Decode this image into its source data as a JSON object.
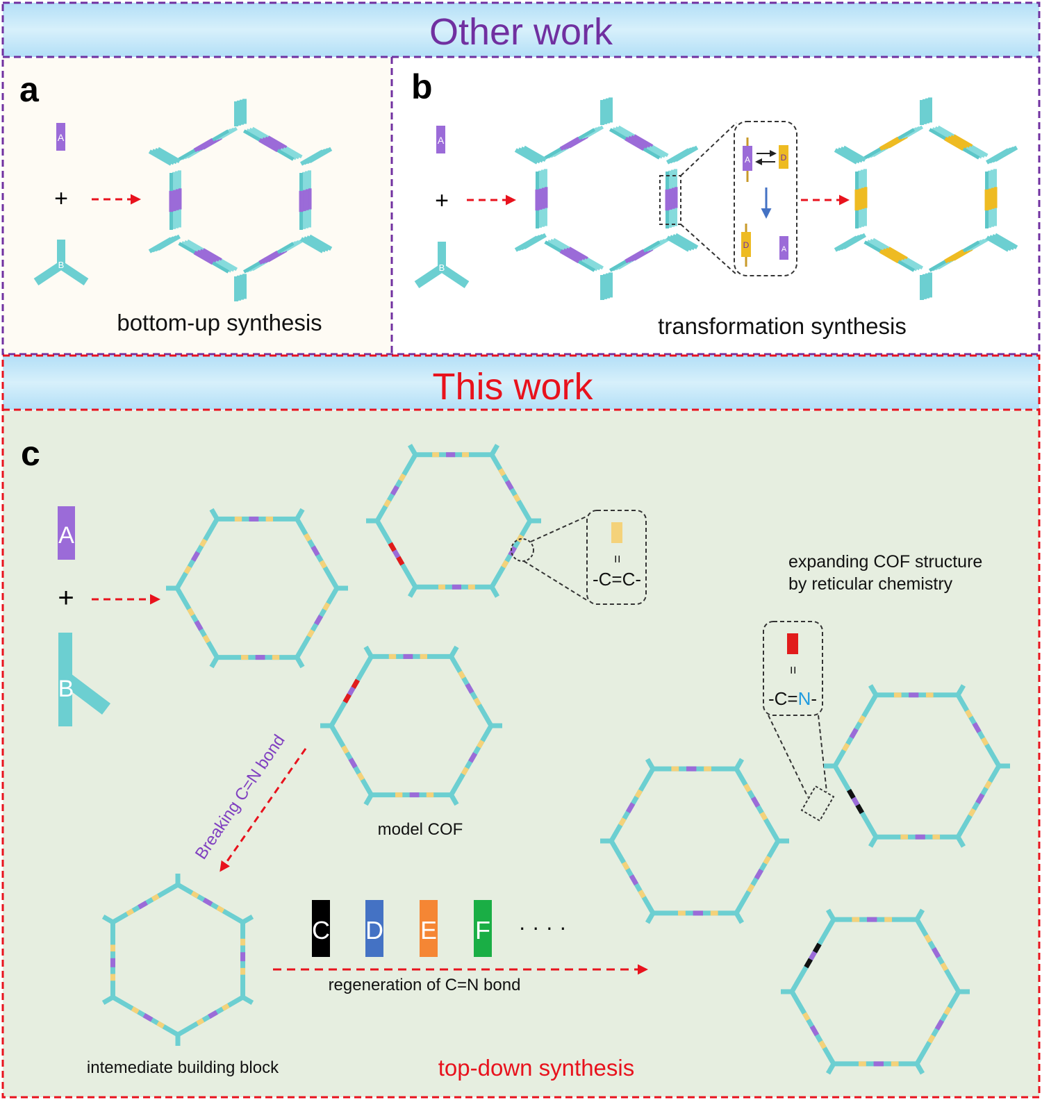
{
  "top_banner": {
    "title": "Other work"
  },
  "panel_a": {
    "letter": "a",
    "caption": "bottom-up synthesis",
    "plus": "+",
    "block_a": "A",
    "block_b": "B"
  },
  "panel_b": {
    "letter": "b",
    "caption": "transformation synthesis",
    "plus": "+",
    "block_a": "A",
    "block_b": "B",
    "block_d": "D"
  },
  "bottom_banner": {
    "title": "This work"
  },
  "panel_c": {
    "letter": "c",
    "plus": "+",
    "block_a": "A",
    "block_b": "B",
    "cc_eq": "=",
    "cc_label": "-C=C-",
    "cn_eq": "=",
    "cn_prefix": "-C=",
    "cn_n": "N",
    "cn_suffix": "-",
    "breaking_label": "Breaking C=N bond",
    "model_label": "model COF",
    "intermediate_label": "intemediate building block",
    "regeneration_label": "regeneration of C=N bond",
    "topdown_label": "top-down synthesis",
    "expanding_line1": "expanding COF structure",
    "expanding_line2": "by reticular chemistry",
    "ellipsis": "· · · ·",
    "new_blocks": [
      {
        "letter": "C",
        "color": "#000000"
      },
      {
        "letter": "D",
        "color": "#4472c4"
      },
      {
        "letter": "E",
        "color": "#f58634"
      },
      {
        "letter": "F",
        "color": "#1aae45"
      }
    ]
  },
  "colors": {
    "banner": "#c4e6f8",
    "purple_border": "#7030a0",
    "red_border": "#e8121d",
    "panel_a_bg": "#fefbf4",
    "panel_c_bg": "#e6eee0",
    "cyan": "#6ccfd1",
    "violet": "#9b6bd8",
    "yellow": "#f4d27a",
    "red": "#e11b1b",
    "orange": "#eebb22"
  }
}
